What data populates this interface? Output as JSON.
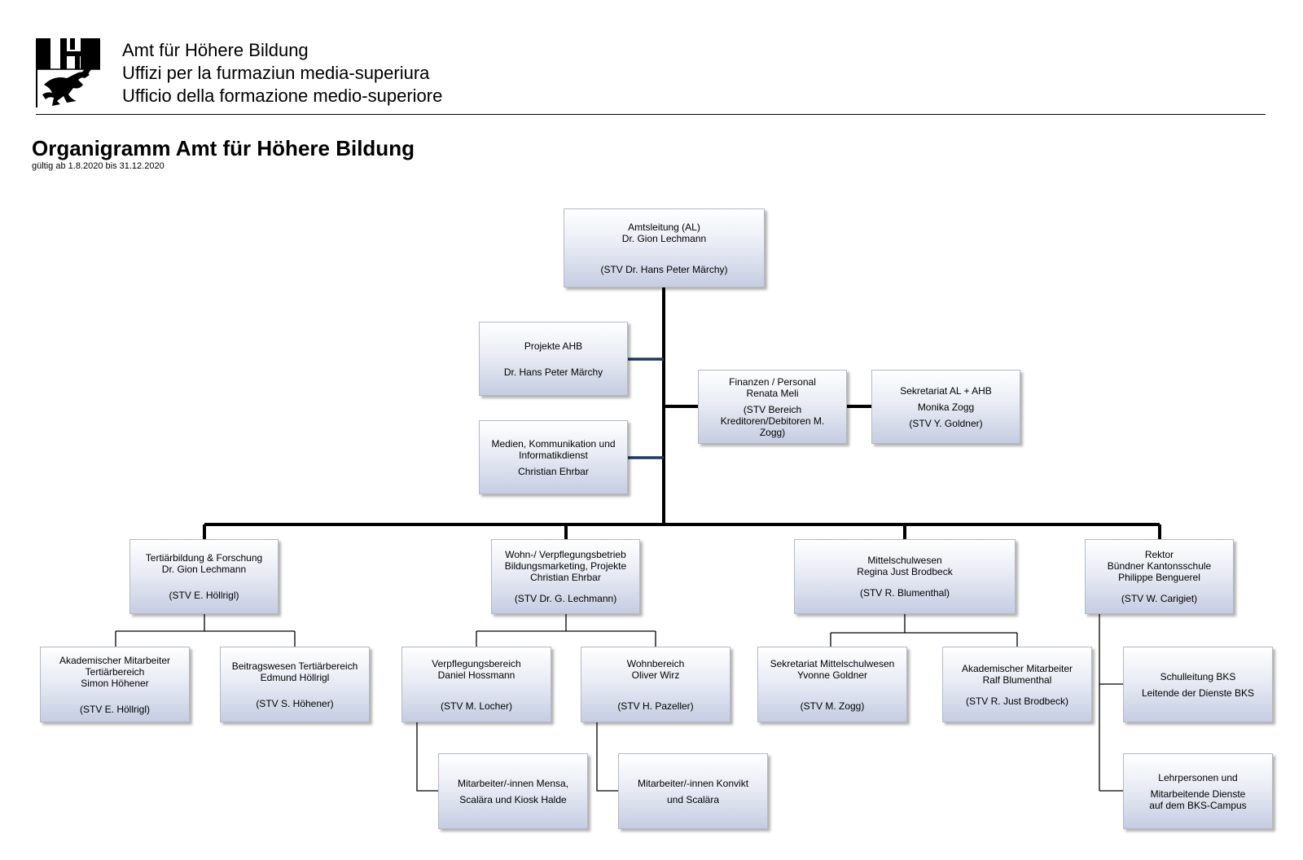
{
  "header": {
    "office_de": "Amt für Höhere Bildung",
    "office_rm": "Uffizi per la furmaziun media-superiura",
    "office_it": "Ufficio della formazione medio-superiore"
  },
  "title": "Organigramm Amt für Höhere Bildung",
  "subtitle": "gültig ab 1.8.2020 bis 31.12.2020",
  "colors": {
    "connector_dark": "#000000",
    "connector_blue": "#1f3864",
    "box_border": "#b4b9c6",
    "box_bottom": "#c6cde2"
  },
  "org": {
    "amtsleitung": {
      "title": "Amtsleitung (AL)",
      "name": "Dr. Gion Lechmann",
      "deputy": "(STV Dr. Hans Peter Märchy)"
    },
    "projekte": {
      "title": "Projekte AHB",
      "name": "Dr. Hans Peter Märchy"
    },
    "medien": {
      "title1": "Medien, Kommunikation und",
      "title2": "Informatikdienst",
      "name": "Christian  Ehrbar"
    },
    "finanzen": {
      "title": "Finanzen / Personal",
      "name": "Renata Meli",
      "deputy1": "(STV Bereich",
      "deputy2": "Kreditoren/Debitoren M.",
      "deputy3": "Zogg)"
    },
    "sekretariat_al": {
      "title": "Sekretariat AL + AHB",
      "name": "Monika Zogg",
      "deputy": "(STV Y. Goldner)"
    },
    "tertiaer": {
      "title": "Tertiärbildung & Forschung",
      "name": "Dr. Gion Lechmann",
      "deputy": "(STV  E. Höllrigl)"
    },
    "wohn": {
      "title1": "Wohn-/ Verpflegungsbetrieb",
      "title2": "Bildungsmarketing, Projekte",
      "name": "Christian Ehrbar",
      "deputy": "(STV Dr. G. Lechmann)"
    },
    "mittelschul": {
      "title": "Mittelschulwesen",
      "name": "Regina Just Brodbeck",
      "deputy": "(STV R. Blumenthal)"
    },
    "rektor": {
      "title1": "Rektor",
      "title2": "Bündner Kantonsschule",
      "name": "Philippe Benguerel",
      "deputy": "(STV W. Carigiet)"
    },
    "akad_tert": {
      "title1": "Akademischer Mitarbeiter",
      "title2": "Tertiärbereich",
      "name": "Simon Höhener",
      "deputy": "(STV E. Höllrigl)"
    },
    "beitrag": {
      "title": "Beitragswesen Tertiärbereich",
      "name": "Edmund Höllrigl",
      "deputy": "(STV S. Höhener)"
    },
    "verpflegung": {
      "title": "Verpflegungsbereich",
      "name": "Daniel Hossmann",
      "deputy": "(STV M. Locher)"
    },
    "wohnbereich": {
      "title": "Wohnbereich",
      "name": "Oliver Wirz",
      "deputy": "(STV H. Pazeller)"
    },
    "sek_mittel": {
      "title": "Sekretariat Mittelschulwesen",
      "name": "Yvonne Goldner",
      "deputy": "(STV M. Zogg)"
    },
    "akad_mittel": {
      "title": "Akademischer Mitarbeiter",
      "name": "Ralf Blumenthal",
      "deputy": "(STV R. Just Brodbeck)"
    },
    "mensa": {
      "line1": "Mitarbeiter/-innen Mensa,",
      "line2": "Scalära und Kiosk Halde"
    },
    "konvikt": {
      "line1": "Mitarbeiter/-innen Konvikt",
      "line2": "und Scalära"
    },
    "schulleitung": {
      "line1": "Schulleitung BKS",
      "line2": "Leitende der Dienste BKS"
    },
    "lehrpersonen": {
      "line1": "Lehrpersonen und",
      "line2": "Mitarbeitende Dienste",
      "line3": "auf dem BKS-Campus"
    }
  }
}
